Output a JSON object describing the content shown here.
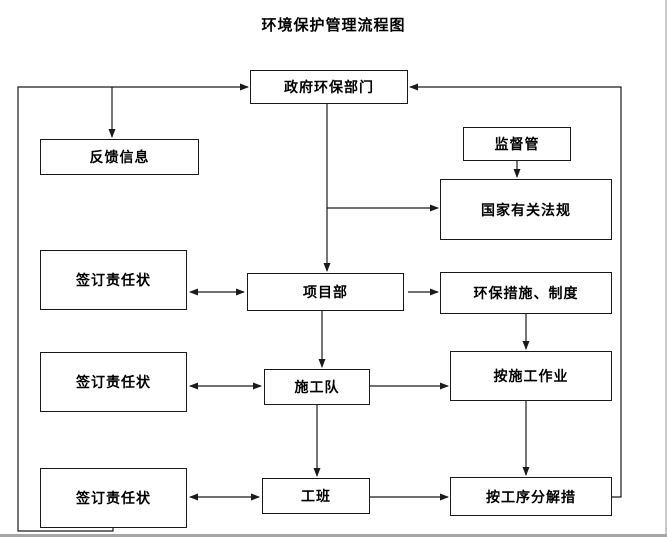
{
  "title": "环境保护管理流程图",
  "nodes": {
    "gov": {
      "label": "政府环保部门"
    },
    "feedback": {
      "label": "反馈信息"
    },
    "supervision": {
      "label": "监督管"
    },
    "regulations": {
      "label": "国家有关法规"
    },
    "sign1": {
      "label": "签订责任状"
    },
    "project": {
      "label": "项目部"
    },
    "measures": {
      "label": "环保措施、制度"
    },
    "sign2": {
      "label": "签订责任状"
    },
    "team": {
      "label": "施工队"
    },
    "operation": {
      "label": "按施工作业"
    },
    "sign3": {
      "label": "签订责任状"
    },
    "shift": {
      "label": "工班"
    },
    "process": {
      "label": "按工序分解措"
    }
  },
  "edges": [
    {
      "from": "sign3",
      "to": "gov",
      "type": "arrow",
      "note": "left feedback loop"
    },
    {
      "from": "left-loop",
      "to": "feedback",
      "type": "arrow"
    },
    {
      "from": "supervision",
      "to": "regulations",
      "type": "arrow"
    },
    {
      "from": "gov",
      "to": "regulations",
      "type": "arrow"
    },
    {
      "from": "gov",
      "to": "project",
      "type": "arrow"
    },
    {
      "from": "project",
      "to": "sign1",
      "type": "double-arrow"
    },
    {
      "from": "project",
      "to": "measures",
      "type": "arrow"
    },
    {
      "from": "project",
      "to": "team",
      "type": "arrow"
    },
    {
      "from": "measures",
      "to": "operation",
      "type": "arrow"
    },
    {
      "from": "team",
      "to": "sign2",
      "type": "double-arrow"
    },
    {
      "from": "team",
      "to": "operation",
      "type": "arrow"
    },
    {
      "from": "team",
      "to": "shift",
      "type": "arrow"
    },
    {
      "from": "operation",
      "to": "process",
      "type": "arrow"
    },
    {
      "from": "shift",
      "to": "sign3",
      "type": "double-arrow"
    },
    {
      "from": "shift",
      "to": "process",
      "type": "arrow"
    },
    {
      "from": "process",
      "to": "gov",
      "type": "arrow",
      "note": "right feedback loop"
    }
  ],
  "colors": {
    "line": "#1a1a1a",
    "background": "#ffffff",
    "page_edge": "#a6a6a6"
  }
}
